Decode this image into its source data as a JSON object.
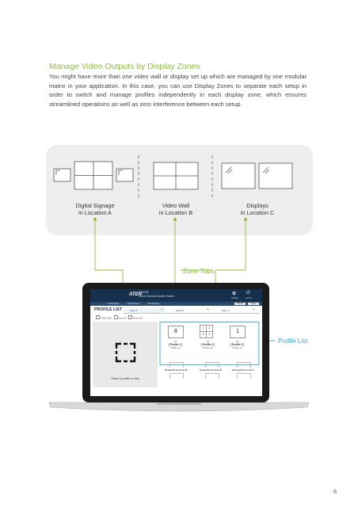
{
  "heading": "Manage Video Outputs by Display Zones",
  "paragraph": [
    "You might have more than one video wall or display set up which are managed by one",
    "modular matrix in your application. In this case, you can use Display Zones to separate each",
    "setup in order to switch and manage profiles independently in each display zone, which",
    "ensures streamlined operations as well as zero interference between each setup."
  ],
  "zones": [
    {
      "line1": "Digital Signage",
      "line2": "in Location A"
    },
    {
      "line1": "Video Wall",
      "line2": "in Location B"
    },
    {
      "line1": "Displays",
      "line2": "in Location C"
    }
  ],
  "callouts": {
    "zone_tabs": "Zone Tabs",
    "profile_list": "Profile List"
  },
  "app": {
    "logo": "ATEN",
    "model": "VM3200",
    "product": "32x32 Modular Matrix Switch",
    "header_icons": [
      {
        "icon": "gear-icon",
        "glyph": "✿",
        "label": "Settings"
      },
      {
        "icon": "power-icon",
        "glyph": "⏻",
        "label": "Log Out"
      }
    ],
    "nav": [
      "Profile Editor",
      "Profile Player",
      "Port Mapping"
    ],
    "nav_buttons": [
      "Refresh",
      "Apply"
    ],
    "profile_list_title": "PROFILE LIST",
    "tabs": [
      {
        "label": "Zone A",
        "glyph": "✎"
      },
      {
        "label": "Zone B",
        "glyph": "✎"
      },
      {
        "label": "Zone C",
        "glyph": "✎"
      }
    ],
    "filters": [
      "Show OSD",
      "Auto All",
      "Reset All"
    ],
    "preview_caption": "Select a profile to play",
    "profiles": [
      {
        "tile": "8",
        "count": "1/1",
        "name": "[ Profile 1 ]",
        "file": "Profile_01"
      },
      {
        "tile": "",
        "count": "2/2",
        "name": "[ Profile 2 ]",
        "file": "Profile_02"
      },
      {
        "tile": "1",
        "count": "1/3",
        "name": "[ Profile 3 ]",
        "file": "Profile_03"
      }
    ],
    "quad": [
      "1",
      "2",
      "3",
      "4"
    ],
    "occupied": [
      "Occupied by Zone B",
      "Occupied by Zone B",
      "Occupied by Zone C"
    ]
  },
  "page_number": "6",
  "colors": {
    "accent_green": "#8dbf3c",
    "accent_blue": "#36a3d9",
    "header_navy": "#16304d",
    "panel_gray": "#eeeeee"
  }
}
